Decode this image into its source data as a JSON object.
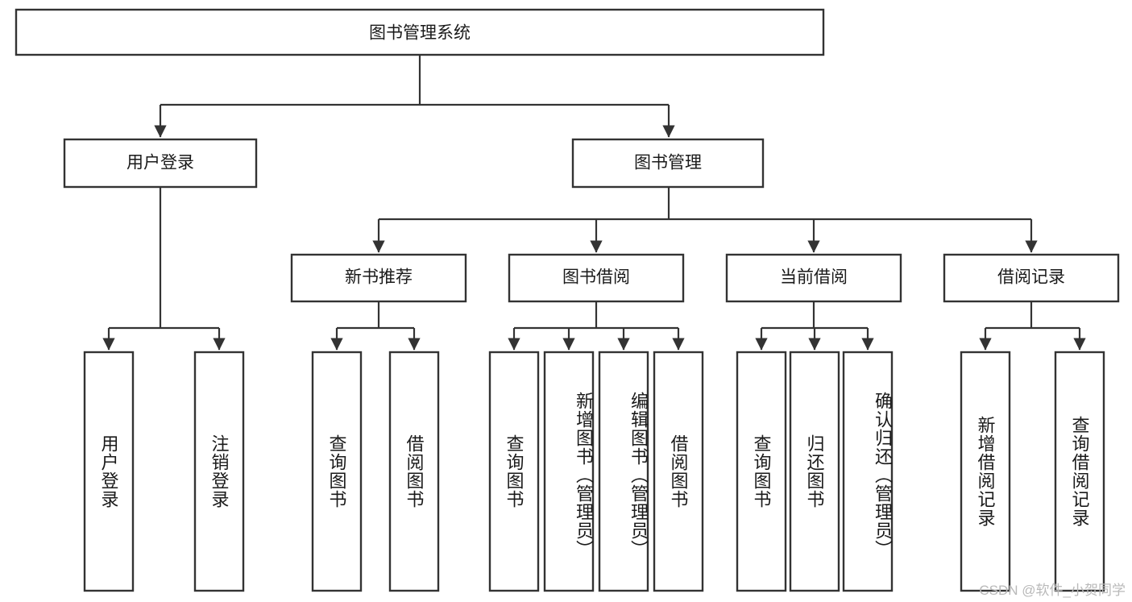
{
  "diagram": {
    "type": "tree",
    "title": "图书管理系统",
    "background_color": "#ffffff",
    "line_color": "#333333",
    "text_color": "#1a1a1a",
    "root": {
      "id": "root",
      "label": "图书管理系统"
    },
    "level2": [
      {
        "id": "user-login",
        "label": "用户登录"
      },
      {
        "id": "book-manage",
        "label": "图书管理"
      }
    ],
    "level3": [
      {
        "id": "new-book-rec",
        "label": "新书推荐"
      },
      {
        "id": "book-borrow",
        "label": "图书借阅"
      },
      {
        "id": "current-borrow",
        "label": "当前借阅"
      },
      {
        "id": "borrow-record",
        "label": "借阅记录"
      }
    ],
    "leaves": {
      "user-login": [
        {
          "id": "leaf-user-login",
          "label": "用户登录"
        },
        {
          "id": "leaf-logout",
          "label": "注销登录"
        }
      ],
      "new-book-rec": [
        {
          "id": "leaf-query-book-1",
          "label": "查询图书"
        },
        {
          "id": "leaf-borrow-book-1",
          "label": "借阅图书"
        }
      ],
      "book-borrow": [
        {
          "id": "leaf-query-book-2",
          "label": "查询图书"
        },
        {
          "id": "leaf-add-book",
          "label": "新增图书（管理员）"
        },
        {
          "id": "leaf-edit-book",
          "label": "编辑图书（管理员）"
        },
        {
          "id": "leaf-borrow-book-2",
          "label": "借阅图书"
        }
      ],
      "current-borrow": [
        {
          "id": "leaf-query-book-3",
          "label": "查询图书"
        },
        {
          "id": "leaf-return-book",
          "label": "归还图书"
        },
        {
          "id": "leaf-confirm-return",
          "label": "确认归还（管理员）"
        }
      ],
      "borrow-record": [
        {
          "id": "leaf-add-record",
          "label": "新增借阅记录"
        },
        {
          "id": "leaf-query-record",
          "label": "查询借阅记录"
        }
      ]
    }
  },
  "watermark": {
    "text": "CSDN @软件_小贺同学"
  }
}
